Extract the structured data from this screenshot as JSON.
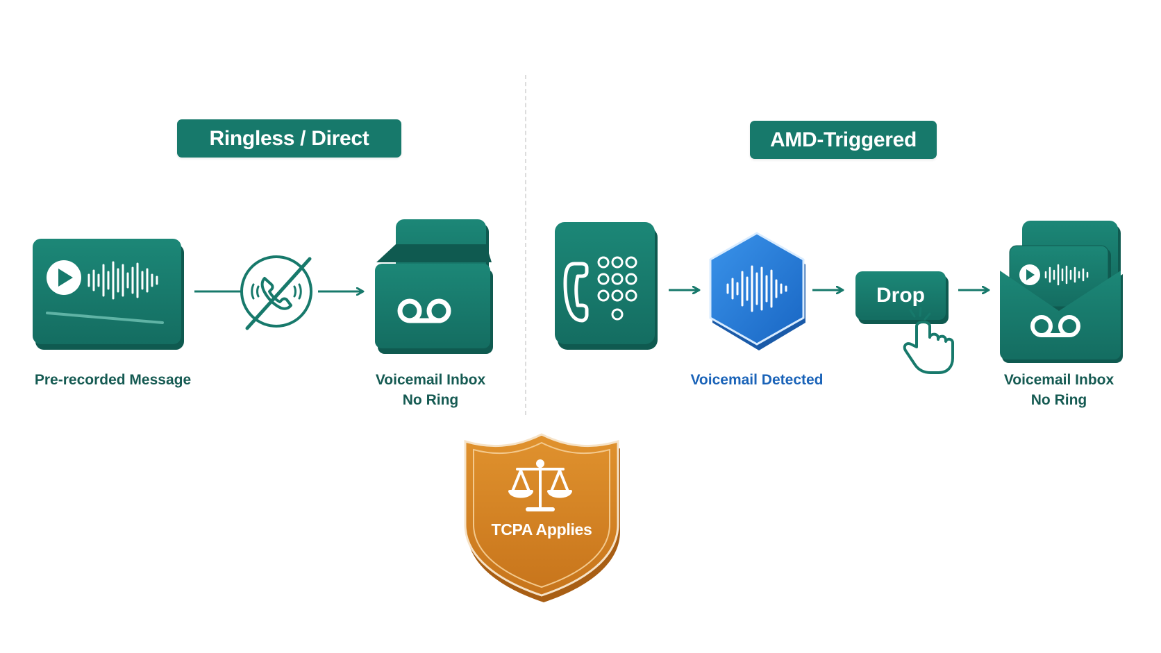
{
  "sections": {
    "left": {
      "title": "Ringless / Direct"
    },
    "right": {
      "title": "AMD-Triggered"
    }
  },
  "left_flow": {
    "message_label": "Pre-recorded Message",
    "inbox_label_line1": "Voicemail Inbox",
    "inbox_label_line2": "No Ring"
  },
  "right_flow": {
    "detected_label": "Voicemail Detected",
    "drop_button": "Drop",
    "inbox_label_line1": "Voicemail Inbox",
    "inbox_label_line2": "No Ring"
  },
  "badge": {
    "text": "TCPA Applies"
  },
  "colors": {
    "teal": "#17796b",
    "teal_dark": "#0f5a50",
    "blue": "#2479d6",
    "orange": "#d58322",
    "label_teal": "#155a52",
    "label_blue": "#1a63b8"
  },
  "icons": [
    "audio-message-card-icon",
    "no-call-icon",
    "voicemail-inbox-icon",
    "phone-keypad-icon",
    "voicemail-detection-hexagon-icon",
    "drop-button",
    "hand-pointer-icon",
    "voicemail-envelope-icon",
    "scales-of-justice-icon",
    "shield-icon"
  ]
}
